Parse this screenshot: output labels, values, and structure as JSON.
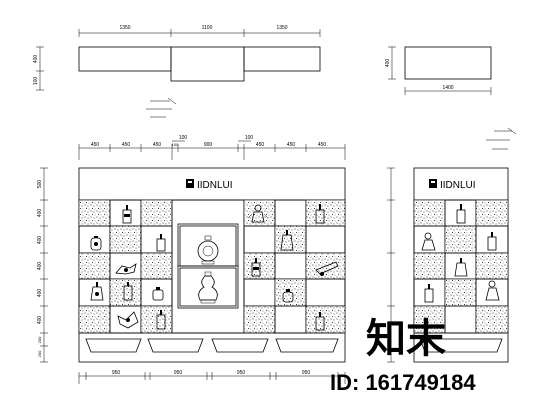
{
  "plan": {
    "dims_top": [
      "1350",
      "1100",
      "1350"
    ],
    "dim_height": "400",
    "dim_lower": "100"
  },
  "side_plan": {
    "dim_height": "400",
    "dim_width": "1400"
  },
  "front_elevation": {
    "dims_top_left": [
      "450",
      "450",
      "450"
    ],
    "dim_mid_upper": "100",
    "dims_top_mid": [
      "100",
      "900",
      "100"
    ],
    "dims_top_right": [
      "450",
      "450",
      "450"
    ],
    "dims_left": [
      "500",
      "400",
      "400",
      "400",
      "400",
      "400",
      "200",
      "200"
    ],
    "dims_bottom": [
      "950",
      "950",
      "950",
      "950"
    ],
    "brand_text": "IIDNLUI"
  },
  "side_elevation": {
    "brand_text": "IIDNLUI"
  },
  "watermark": {
    "logo_text": "知末",
    "id_text": "ID: 161749184"
  },
  "colors": {
    "line": "#000000",
    "watermark": "#bfbfbf",
    "background": "#ffffff"
  }
}
